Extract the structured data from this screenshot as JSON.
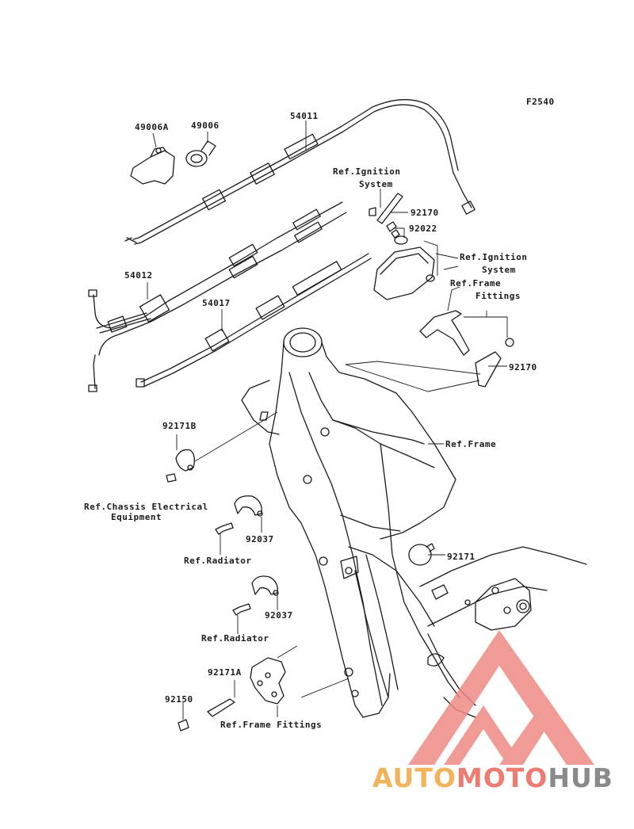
{
  "figure_code": "F2540",
  "parts": {
    "p49006A": "49006A",
    "p49006": "49006",
    "p54011": "54011",
    "p54012": "54012",
    "p54017": "54017",
    "p92170_top": "92170",
    "p92022": "92022",
    "p92170_mid": "92170",
    "p92171B": "92171B",
    "p92037_a": "92037",
    "p92037_b": "92037",
    "p92171": "92171",
    "p92171A": "92171A",
    "p92150": "92150"
  },
  "refs": {
    "ignition_1_line1": "Ref.Ignition",
    "ignition_1_line2": "System",
    "ignition_2_line1": "Ref.Ignition",
    "ignition_2_line2": "System",
    "frame_fittings_1_line1": "Ref.Frame",
    "frame_fittings_1_line2": "Fittings",
    "frame": "Ref.Frame",
    "chassis_line1": "Ref.Chassis Electrical",
    "chassis_line2": "Equipment",
    "radiator_1": "Ref.Radiator",
    "radiator_2": "Ref.Radiator",
    "frame_fittings_2": "Ref.Frame Fittings"
  },
  "watermark": {
    "part1": "AUTO",
    "part2": "MOTO",
    "part3": "HUB",
    "colors": {
      "auto": "#f2b45a",
      "moto": "#ee7b72",
      "hub": "#8a8a8a",
      "logo": "#ef8a84"
    }
  }
}
